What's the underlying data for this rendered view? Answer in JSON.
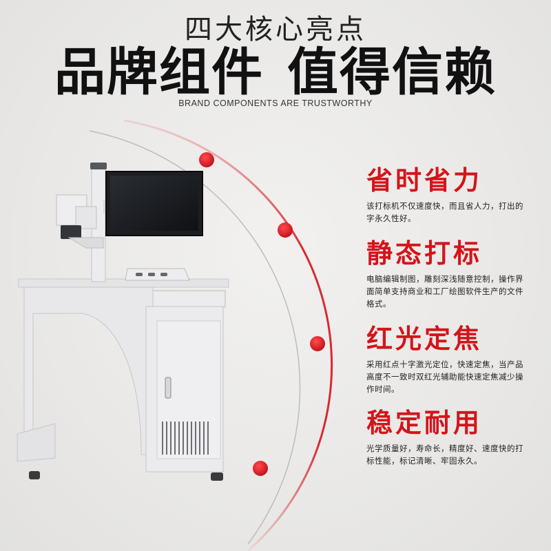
{
  "header": {
    "subtitle": "四大核心亮点",
    "headline_part1": "品牌组件",
    "headline_part2": "值得信赖",
    "tagline": "BRAND COMPONENTS ARE TRUSTWORTHY"
  },
  "colors": {
    "accent_red": "#d4141b",
    "text_dark": "#111111"
  },
  "features": [
    {
      "title": "省时省力",
      "desc": "该打标机不仅速度快，而且省人力，打出的字永久性好。"
    },
    {
      "title": "静态打标",
      "desc": "电脑编辑制图，雕刻深浅随意控制，操作界面简单支持商业和工厂绘图软件生产的文件格式。"
    },
    {
      "title": "红光定焦",
      "desc": "采用红点十字激光定位，快速定焦，当产品高度不一致时双红光辅助能快速定焦减少操作时间。"
    },
    {
      "title": "稳定耐用",
      "desc": "光学质量好，寿命长，精度好、速度快的打标性能，标记清晰、牢固永久。"
    }
  ]
}
